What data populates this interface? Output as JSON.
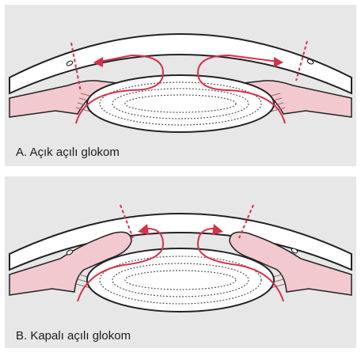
{
  "panels": [
    {
      "id": "a",
      "caption": "A. Açık açılı glokom"
    },
    {
      "id": "b",
      "caption": "B. Kapalı açılı glokom"
    }
  ],
  "colors": {
    "background": "#e7e7e7",
    "tissue_pink": "#f2c9cf",
    "flow_red": "#d9304a",
    "outline": "#222222"
  }
}
